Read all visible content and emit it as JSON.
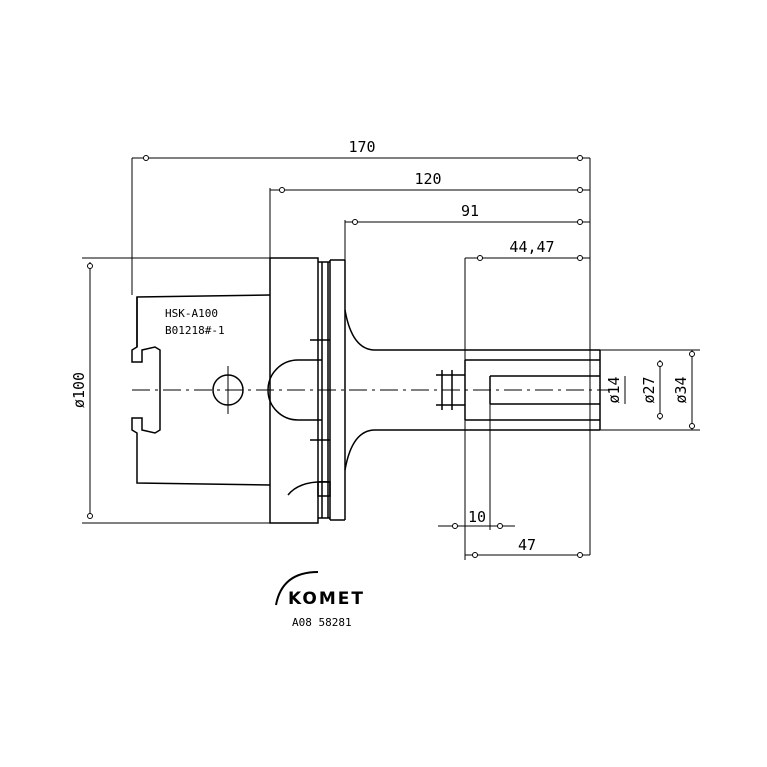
{
  "dimensions": {
    "length_170": "170",
    "length_120": "120",
    "length_91": "91",
    "length_44_47": "44,47",
    "length_10": "10",
    "length_47": "47",
    "dia_100": "ø100",
    "dia_14": "ø14",
    "dia_27": "ø27",
    "dia_34": "ø34"
  },
  "body_labels": {
    "line1": "HSK-A100",
    "line2": "B01218#-1"
  },
  "logo": {
    "brand": "KOMET",
    "part_number": "A08 58281"
  },
  "colors": {
    "line": "#000000",
    "background": "#ffffff"
  }
}
